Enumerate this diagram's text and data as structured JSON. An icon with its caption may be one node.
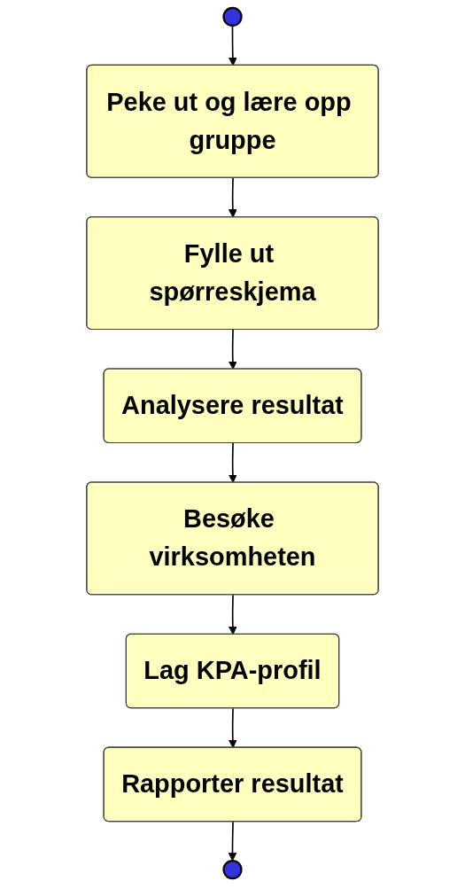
{
  "diagram": {
    "nodes": [
      {
        "text": [],
        "shape": "circle"
      },
      {
        "text": [
          "Peke ut og lære opp gruppe"
        ]
      },
      {
        "text": [
          "Fylle ut spørreskjema"
        ]
      },
      {
        "text": [
          "Analysere resultat"
        ]
      },
      {
        "text": [
          "Besøke virksomheten"
        ]
      },
      {
        "text": [
          "Lag KPA-profil"
        ]
      },
      {
        "text": [
          "Rapporter resultat"
        ]
      },
      {
        "text": [],
        "shape": "circle"
      }
    ],
    "edges": [
      {
        "from": 0,
        "to": 1,
        "arrow": "to"
      },
      {
        "from": 1,
        "to": 2,
        "arrow": "to"
      },
      {
        "from": 2,
        "to": 3,
        "arrow": "to"
      },
      {
        "from": 3,
        "to": 4,
        "arrow": "to"
      },
      {
        "from": 4,
        "to": 5,
        "arrow": "to"
      },
      {
        "from": 5,
        "to": 6,
        "arrow": "to"
      },
      {
        "from": 6,
        "to": 7,
        "arrow": "to"
      }
    ]
  }
}
